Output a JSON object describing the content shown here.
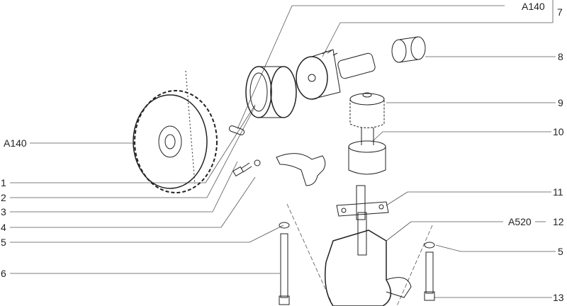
{
  "callouts_left": [
    {
      "id": "ref-a140-left",
      "text": "A140"
    },
    {
      "id": "callout-1",
      "text": "1"
    },
    {
      "id": "callout-2",
      "text": "2"
    },
    {
      "id": "callout-3",
      "text": "3"
    },
    {
      "id": "callout-4",
      "text": "4"
    },
    {
      "id": "callout-5-left",
      "text": "5"
    },
    {
      "id": "callout-6",
      "text": "6"
    }
  ],
  "callouts_right": [
    {
      "id": "ref-a140-top",
      "text": "A140"
    },
    {
      "id": "callout-7",
      "text": "7"
    },
    {
      "id": "callout-8",
      "text": "8"
    },
    {
      "id": "callout-9",
      "text": "9"
    },
    {
      "id": "callout-10",
      "text": "10"
    },
    {
      "id": "callout-11",
      "text": "11"
    },
    {
      "id": "ref-a520",
      "text": "A520"
    },
    {
      "id": "callout-12",
      "text": "12"
    },
    {
      "id": "callout-5-right",
      "text": "5"
    },
    {
      "id": "callout-13",
      "text": "13"
    }
  ]
}
